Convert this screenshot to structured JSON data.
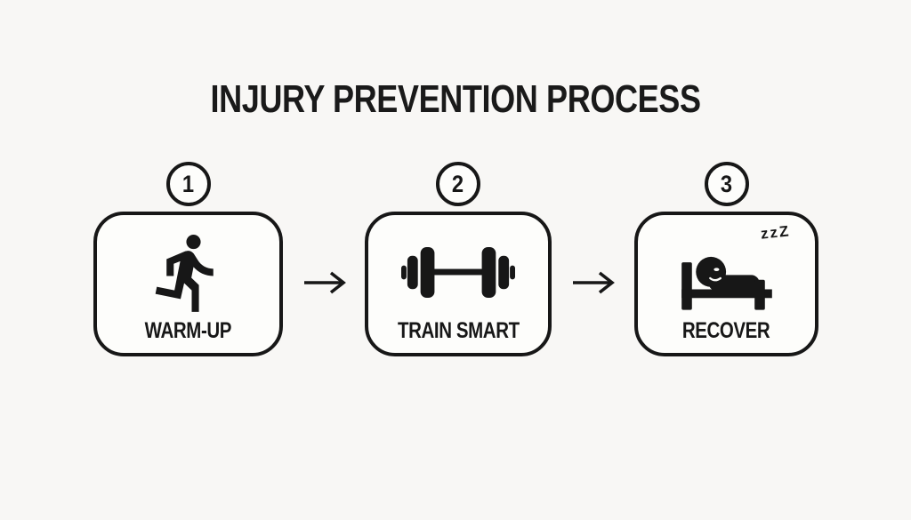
{
  "title": "INJURY PREVENTION PROCESS",
  "steps": [
    {
      "number": "1",
      "label": "WARM-UP",
      "icon": "runner-icon"
    },
    {
      "number": "2",
      "label": "TRAIN SMART",
      "icon": "dumbbell-icon"
    },
    {
      "number": "3",
      "label": "RECOVER",
      "icon": "sleeping-person-icon",
      "annotation": "zzZ"
    }
  ],
  "connectors": {
    "icon": "right-arrow-icon",
    "count": 2
  },
  "colors": {
    "background": "#f8f7f5",
    "card_background": "#fdfdfb",
    "ink": "#171717"
  }
}
